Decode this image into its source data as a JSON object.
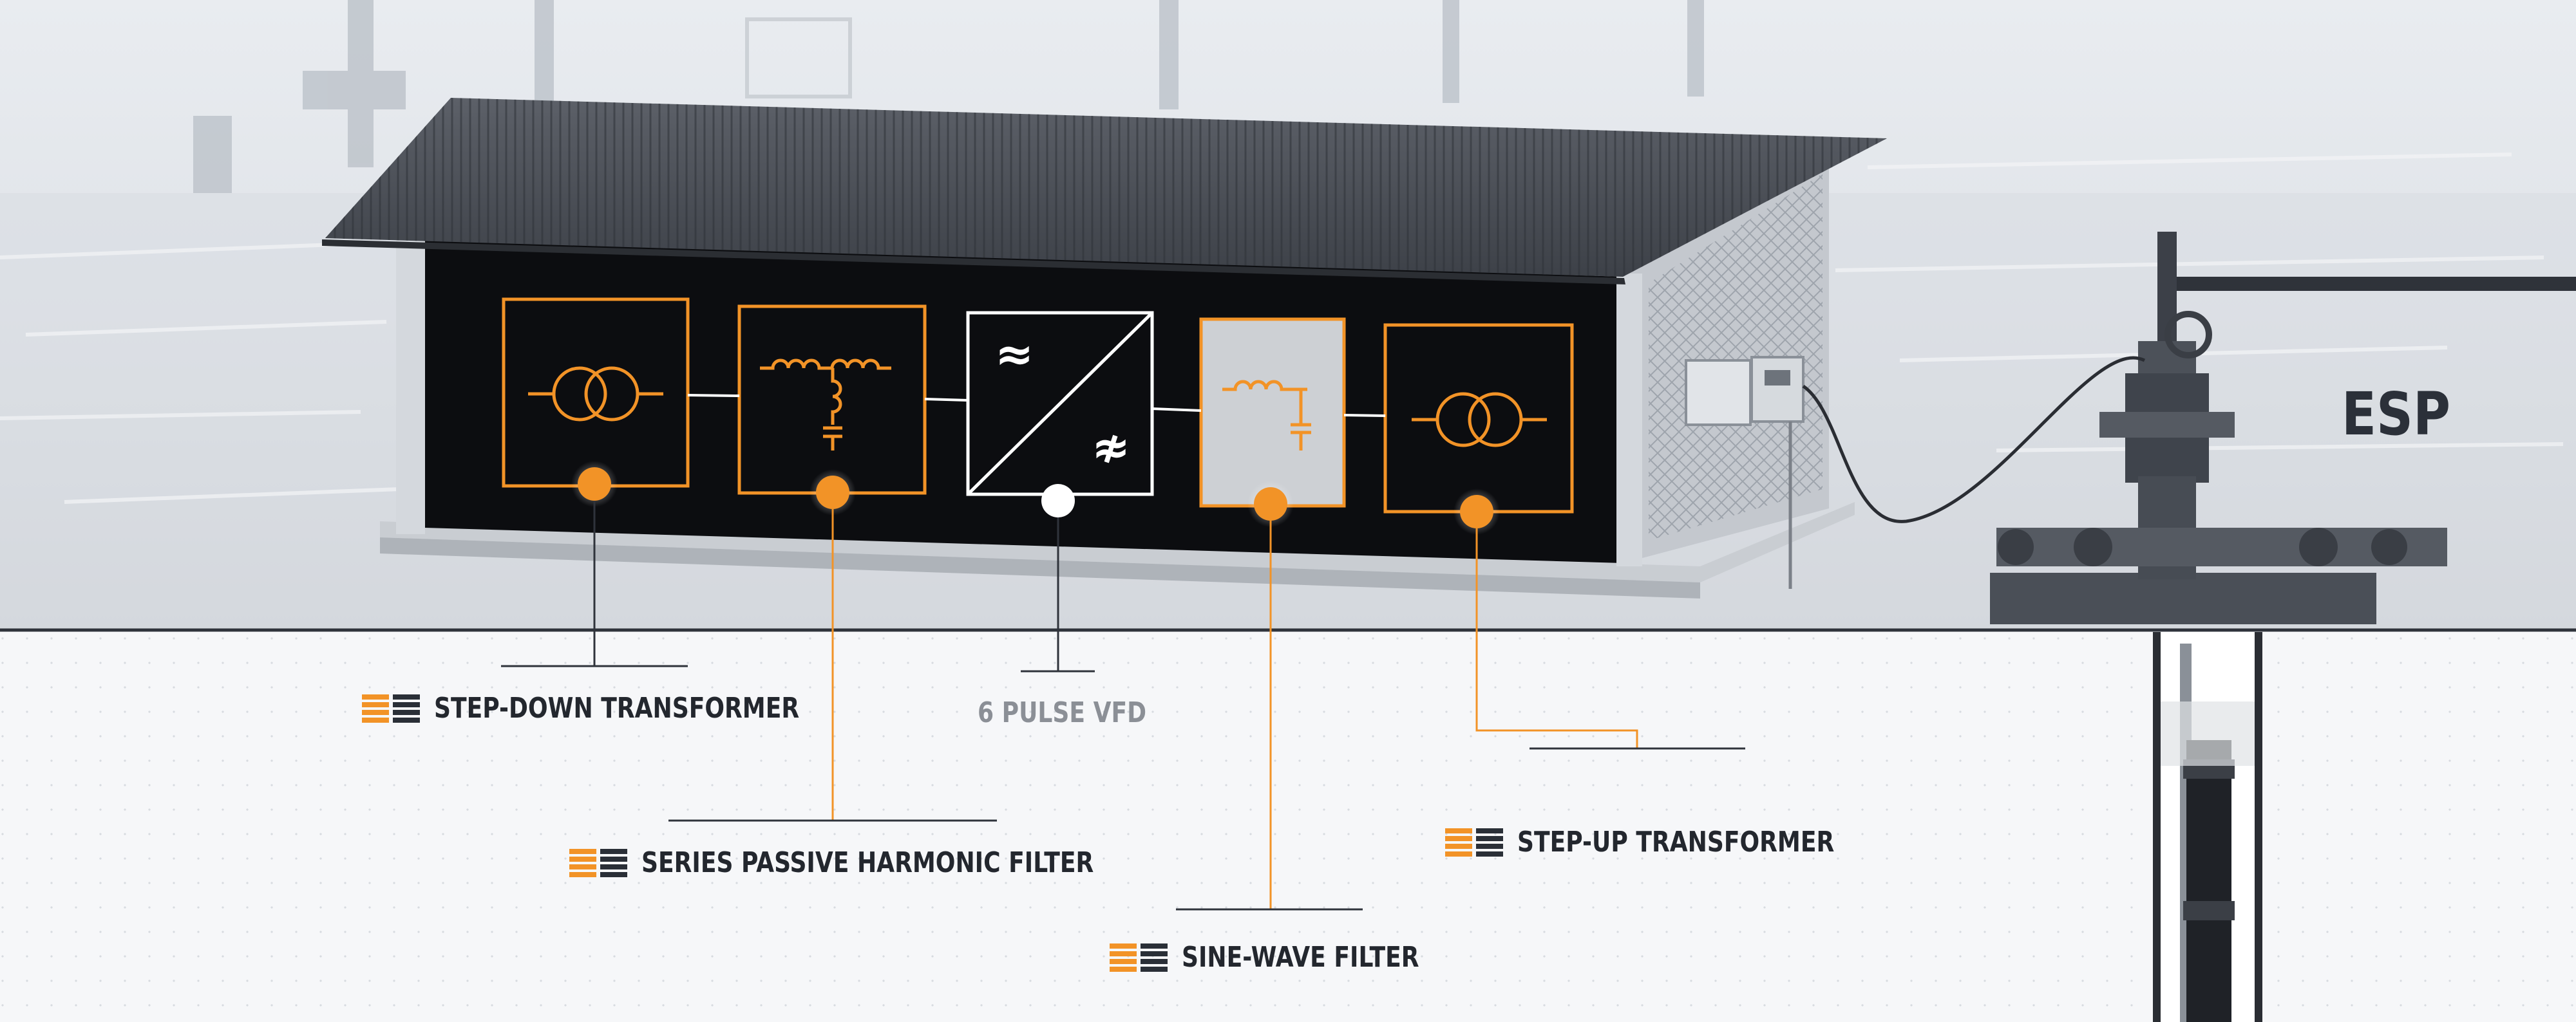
{
  "labels": {
    "step_down": "STEP-DOWN TRANSFORMER",
    "series_filter": "SERIES PASSIVE HARMONIC FILTER",
    "vfd": "6 PULSE VFD",
    "sine_wave": "SINE-WAVE FILTER",
    "step_up": "STEP-UP TRANSFORMER",
    "esp": "ESP"
  },
  "symbols": {
    "approx_top": "≈",
    "approx_bottom": "≉"
  },
  "colors": {
    "accent": "#f29327",
    "dark": "#23272e",
    "muted": "#8b8f96",
    "panel": "#0c0d10"
  }
}
